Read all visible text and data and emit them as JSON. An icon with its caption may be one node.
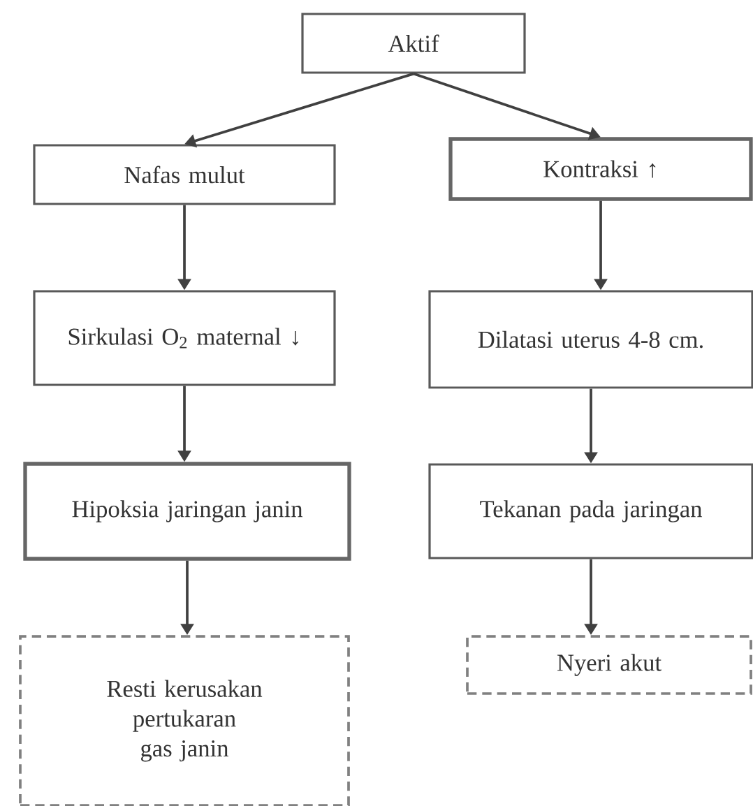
{
  "diagram": {
    "nodes": [
      {
        "text": [
          "Aktif"
        ]
      },
      {
        "text": [
          "Nafas mulut"
        ]
      },
      {
        "text": [
          "Kontraksi ↑"
        ]
      },
      {
        "text": [
          "Sirkulasi O$_{2}$ maternal ↓"
        ]
      },
      {
        "text": [
          "Dilatasi uterus 4-8 cm."
        ]
      },
      {
        "text": [
          "Hipoksia jaringan janin"
        ]
      },
      {
        "text": [
          "Tekanan pada jaringan"
        ]
      },
      {
        "text": [
          "Resti kerusakan pertukaran gas janin"
        ]
      },
      {
        "text": [
          "Nyeri akut"
        ]
      }
    ],
    "edges": [
      {
        "from": 0,
        "to": 1,
        "arrow": "to"
      },
      {
        "from": 0,
        "to": 2,
        "arrow": "to"
      },
      {
        "from": 1,
        "to": 3,
        "arrow": "to"
      },
      {
        "from": 3,
        "to": 5,
        "arrow": "to"
      },
      {
        "from": 5,
        "to": 7,
        "arrow": "to"
      },
      {
        "from": 2,
        "to": 4,
        "arrow": "to"
      },
      {
        "from": 4,
        "to": 6,
        "arrow": "to"
      },
      {
        "from": 6,
        "to": 8,
        "arrow": "to"
      }
    ]
  }
}
